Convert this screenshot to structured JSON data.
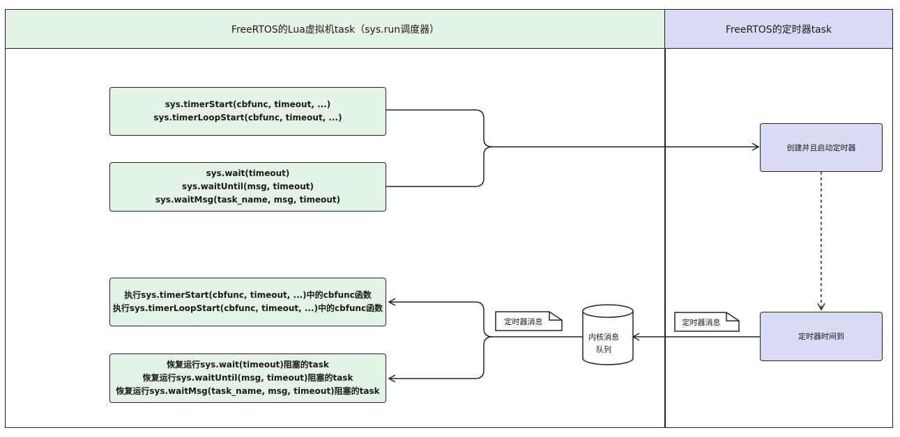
{
  "lanes": {
    "left_title": "FreeRTOS的Lua虚拟机task（sys.run调度器）",
    "right_title": "FreeRTOS的定时器task"
  },
  "boxes": {
    "timer_start": [
      "sys.timerStart(cbfunc, timeout, ...)",
      "sys.timerLoopStart(cbfunc, timeout, ...)"
    ],
    "wait": [
      "sys.wait(timeout)",
      "sys.waitUntil(msg, timeout)",
      "sys.waitMsg(task_name, msg, timeout)"
    ],
    "exec_cb": [
      "执行sys.timerStart(cbfunc, timeout, ...)中的cbfunc函数",
      "执行sys.timerLoopStart(cbfunc, timeout, ...)中的cbfunc函数"
    ],
    "resume": [
      "恢复运行sys.wait(timeout)阻塞的task",
      "恢复运行sys.waitUntil(msg, timeout)阻塞的task",
      "恢复运行sys.waitMsg(task_name, msg, timeout)阻塞的task"
    ],
    "create_timer": "创建并且启动定时器",
    "timer_expired": "定时器时间到",
    "kernel_queue": [
      "内核消息",
      "队列"
    ]
  },
  "notes": {
    "left_msg": "定时器消息",
    "right_msg": "定时器消息"
  }
}
